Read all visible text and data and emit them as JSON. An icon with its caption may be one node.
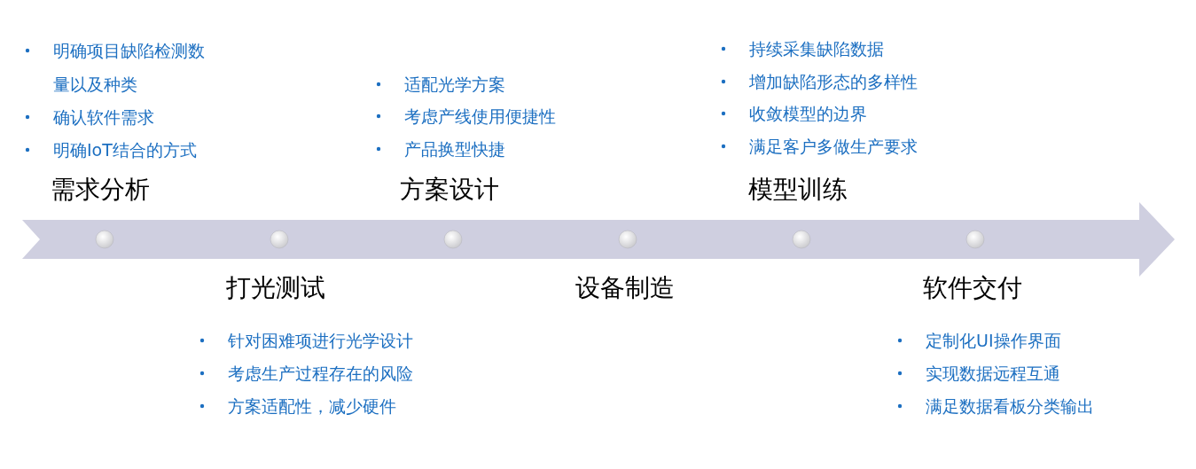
{
  "diagram": {
    "labels": [
      "明确项目缺陷检测数量以及种类",
      "确认软件需求",
      "明确IoT结合的方式",
      "需求分析",
      "适配光学方案",
      "考虑产线使用便捷性",
      "产品换型快捷",
      "方案设计",
      "持续采集缺陷数据",
      "增加缺陷形态的多样性",
      "收敛模型的边界",
      "满足客户多做生产要求",
      "模型训练",
      "打光测试",
      "针对困难项进行光学设计",
      "考虑生产过程存在的风险",
      "方案适配性，减少硬件",
      "设备制造",
      "软件交付",
      "定制化UI操作界面",
      "实现数据远程互通",
      "满足数据看板分类输出"
    ]
  }
}
